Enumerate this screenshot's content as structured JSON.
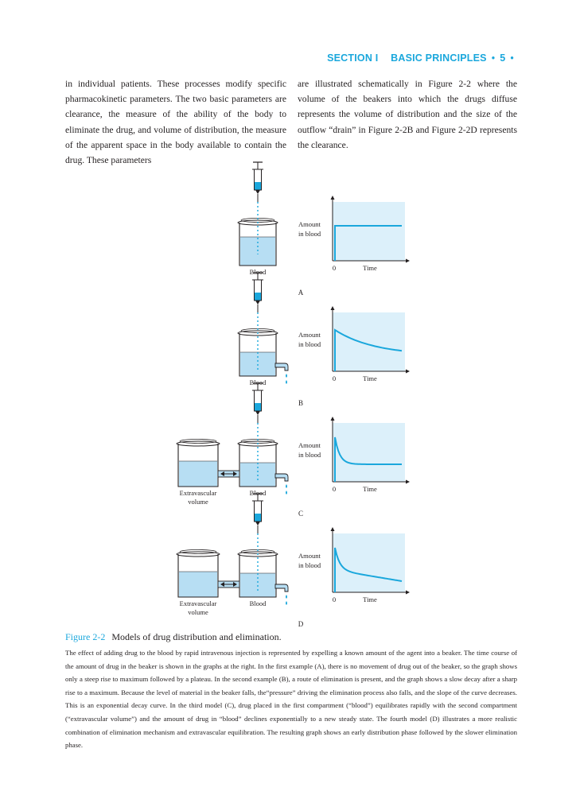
{
  "header": {
    "section": "SECTION I",
    "title": "BASIC PRINCIPLES",
    "page": "5"
  },
  "body": {
    "left": "in individual patients. These processes modify specific pharmacokinetic parameters. The two basic parameters are clearance, the measure of the ability of the body to eliminate the drug, and volume of distribution, the measure of the apparent space in the body available to contain the drug. These parameters",
    "right": "are illustrated schematically in Figure 2-2 where the volume of the beakers into which the drugs diffuse represents the volume of distribution and the size of the outflow “drain” in Figure 2-2B and Figure 2-2D represents the clearance."
  },
  "figure": {
    "panels": [
      {
        "letter": "A",
        "graph_y_label_1": "Amount",
        "graph_y_label_2": "in blood",
        "graph_x_zero": "0",
        "graph_x_label": "Time",
        "beakers": [
          {
            "label_1": "Blood",
            "label_2": ""
          }
        ]
      },
      {
        "letter": "B",
        "graph_y_label_1": "Amount",
        "graph_y_label_2": "in blood",
        "graph_x_zero": "0",
        "graph_x_label": "Time",
        "beakers": [
          {
            "label_1": "Blood",
            "label_2": ""
          }
        ]
      },
      {
        "letter": "C",
        "graph_y_label_1": "Amount",
        "graph_y_label_2": "in blood",
        "graph_x_zero": "0",
        "graph_x_label": "Time",
        "beakers": [
          {
            "label_1": "Extravascular",
            "label_2": "volume"
          },
          {
            "label_1": "Blood",
            "label_2": ""
          }
        ]
      },
      {
        "letter": "D",
        "graph_y_label_1": "Amount",
        "graph_y_label_2": "in blood",
        "graph_x_zero": "0",
        "graph_x_label": "Time",
        "beakers": [
          {
            "label_1": "Extravascular",
            "label_2": "volume"
          },
          {
            "label_1": "Blood",
            "label_2": ""
          }
        ]
      }
    ],
    "colors": {
      "fluid": "#b7def3",
      "curve": "#1aa7dc",
      "graph_bg": "#dcf0fa",
      "line": "#231f20"
    },
    "caption_number": "Figure 2-2",
    "caption_title": "Models of drug distribution and elimination.",
    "caption_body": "The effect of adding drug to the blood by rapid intravenous injection is represented by expelling a known amount of the agent into a beaker. The time course of the amount of drug in the beaker is shown in the graphs at the right. In the first example (A), there is no movement of drug out of the beaker, so the graph shows only a steep rise to maximum followed by a plateau. In the second example (B), a route of elimination is present, and the graph shows a slow decay after a sharp rise to a maximum. Because the level of material in the beaker falls, the“pressure” driving the elimination process also falls, and the slope of the curve decreases. This is an exponential decay curve. In the third model (C), drug placed in the first compartment (“blood”) equilibrates rapidly with the second compartment (“extravascular volume”) and the amount of drug in “blood” declines exponentially to a new steady state. The fourth model (D) illustrates a more realistic combination of elimination mechanism and extravascular equilibration. The resulting graph shows an early distribution phase followed by the slower elimination phase."
  }
}
